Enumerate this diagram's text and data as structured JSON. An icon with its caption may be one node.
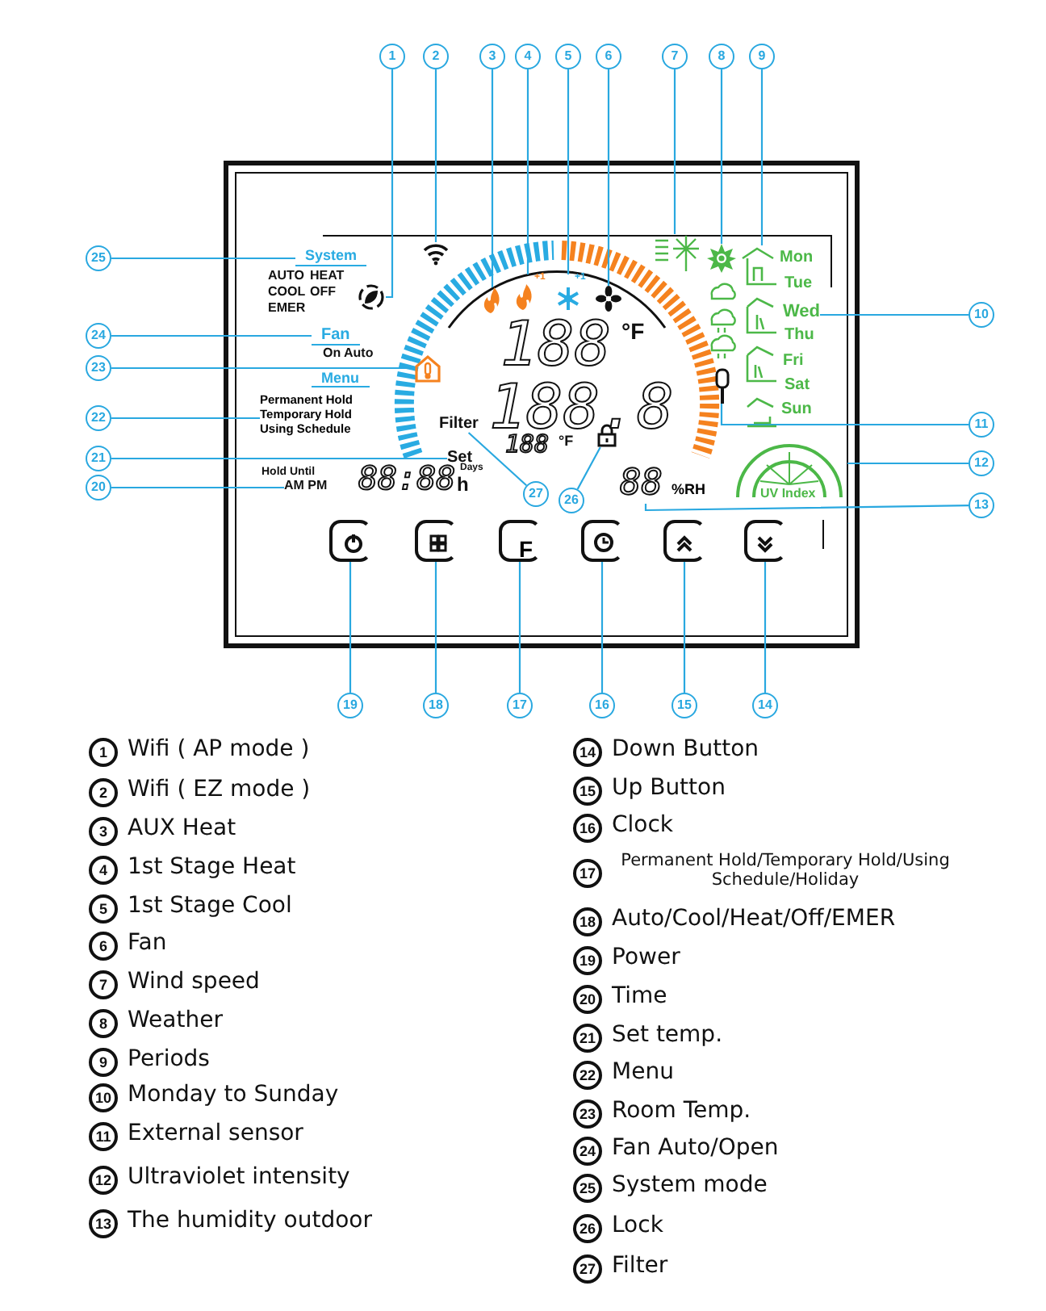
{
  "diagram": {
    "nodes": [
      {
        "text": [
          "1"
        ]
      },
      {
        "text": [
          "2"
        ]
      },
      {
        "text": [
          "3"
        ]
      },
      {
        "text": [
          "4"
        ]
      },
      {
        "text": [
          "5"
        ]
      },
      {
        "text": [
          "6"
        ]
      },
      {
        "text": [
          "7"
        ]
      },
      {
        "text": [
          "8"
        ]
      },
      {
        "text": [
          "9"
        ]
      },
      {
        "text": [
          "10"
        ]
      },
      {
        "text": [
          "11"
        ]
      },
      {
        "text": [
          "12"
        ]
      },
      {
        "text": [
          "13"
        ]
      },
      {
        "text": [
          "14"
        ]
      },
      {
        "text": [
          "15"
        ]
      },
      {
        "text": [
          "16"
        ]
      },
      {
        "text": [
          "17"
        ]
      },
      {
        "text": [
          "18"
        ]
      },
      {
        "text": [
          "19"
        ]
      },
      {
        "text": [
          "20"
        ]
      },
      {
        "text": [
          "21"
        ]
      },
      {
        "text": [
          "22"
        ]
      },
      {
        "text": [
          "23"
        ]
      },
      {
        "text": [
          "24"
        ]
      },
      {
        "text": [
          "25"
        ]
      },
      {
        "text": [
          "26"
        ]
      },
      {
        "text": [
          "27"
        ]
      },
      {
        "text": [],
        "shape": "icon"
      },
      {
        "text": [],
        "shape": "icon"
      },
      {
        "text": [],
        "shape": "icon"
      },
      {
        "text": [
          "+1"
        ]
      },
      {
        "text": [
          "+1"
        ]
      },
      {
        "text": [],
        "shape": "icon"
      },
      {
        "text": [],
        "shape": "icon"
      },
      {
        "text": [],
        "shape": "icon"
      },
      {
        "text": [],
        "shape": "icon"
      },
      {
        "text": [
          "Wed"
        ]
      },
      {
        "text": [],
        "shape": "icon"
      },
      {
        "text": [
          "UV Index"
        ]
      },
      {
        "text": [
          "88",
          "%RH"
        ]
      },
      {
        "text": [],
        "shape": "box"
      },
      {
        "text": [],
        "shape": "box"
      },
      {
        "text": [
          "F"
        ]
      },
      {
        "text": [],
        "shape": "box"
      },
      {
        "text": [],
        "shape": "box"
      },
      {
        "text": [],
        "shape": "box"
      },
      {
        "text": [
          "AM PM"
        ]
      },
      {
        "text": [
          "Set"
        ]
      },
      {
        "text": [
          "Permanent Hold",
          "Temporary Hold",
          "Using Schedule"
        ]
      },
      {
        "text": [],
        "shape": "icon"
      },
      {
        "text": [
          "Fan"
        ]
      },
      {
        "text": [
          "System"
        ]
      },
      {
        "text": [],
        "shape": "icon"
      },
      {
        "text": [
          "Filter"
        ]
      }
    ],
    "edges": [
      {
        "from": 0,
        "to": 27,
        "arrow": "none"
      },
      {
        "from": 1,
        "to": 28,
        "arrow": "none"
      },
      {
        "from": 2,
        "to": 29,
        "arrow": "none"
      },
      {
        "from": 3,
        "to": 30,
        "arrow": "none"
      },
      {
        "from": 4,
        "to": 31,
        "arrow": "none"
      },
      {
        "from": 5,
        "to": 32,
        "arrow": "none"
      },
      {
        "from": 6,
        "to": 33,
        "arrow": "none"
      },
      {
        "from": 7,
        "to": 34,
        "arrow": "none"
      },
      {
        "from": 8,
        "to": 35,
        "arrow": "none"
      },
      {
        "from": 9,
        "to": 36,
        "arrow": "none"
      },
      {
        "from": 10,
        "to": 37,
        "arrow": "none"
      },
      {
        "from": 11,
        "to": 38,
        "arrow": "none"
      },
      {
        "from": 12,
        "to": 39,
        "arrow": "none"
      },
      {
        "from": 13,
        "to": 45,
        "arrow": "none"
      },
      {
        "from": 14,
        "to": 44,
        "arrow": "none"
      },
      {
        "from": 15,
        "to": 43,
        "arrow": "none"
      },
      {
        "from": 16,
        "to": 42,
        "arrow": "none"
      },
      {
        "from": 17,
        "to": 41,
        "arrow": "none"
      },
      {
        "from": 18,
        "to": 40,
        "arrow": "none"
      },
      {
        "from": 19,
        "to": 46,
        "arrow": "none"
      },
      {
        "from": 20,
        "to": 47,
        "arrow": "none"
      },
      {
        "from": 21,
        "to": 48,
        "arrow": "none"
      },
      {
        "from": 22,
        "to": 49,
        "arrow": "none"
      },
      {
        "from": 23,
        "to": 50,
        "arrow": "none"
      },
      {
        "from": 24,
        "to": 51,
        "arrow": "none"
      },
      {
        "from": 25,
        "to": 52,
        "arrow": "none"
      },
      {
        "from": 26,
        "to": 53,
        "arrow": "none"
      }
    ],
    "labels": [
      "AUTO",
      "HEAT",
      "COOL",
      "OFF",
      "EMER",
      "On",
      "Auto",
      "Menu",
      "Hold Until",
      "88:88",
      "Days",
      "h",
      "188",
      "°F",
      "188.8",
      "188",
      "°F",
      "Mon",
      "Tue",
      "Thu",
      "Fri",
      "Sat",
      "Sun",
      "1",
      "Wifi ( AP mode )",
      "2",
      "Wifi ( EZ mode )",
      "3",
      "AUX Heat",
      "4",
      "1st Stage Heat",
      "5",
      "1st Stage Cool",
      "6",
      "Fan",
      "7",
      "Wind speed",
      "8",
      "Weather",
      "9",
      "Periods",
      "10",
      "Monday to Sunday",
      "11",
      "External sensor",
      "12",
      "Ultraviolet intensity",
      "13",
      "The humidity outdoor",
      "14",
      "Down Button",
      "15",
      "Up Button",
      "16",
      "Clock",
      "17",
      "Permanent Hold/Temporary Hold/Using Schedule/Holiday",
      "18",
      "Auto/Cool/Heat/Off/EMER",
      "19",
      "Power",
      "20",
      "Time",
      "21",
      "Set temp.",
      "22",
      "Menu",
      "23",
      "Room Temp.",
      "24",
      "Fan Auto/Open",
      "25",
      "System mode",
      "26",
      "Lock",
      "27",
      "Filter"
    ]
  }
}
